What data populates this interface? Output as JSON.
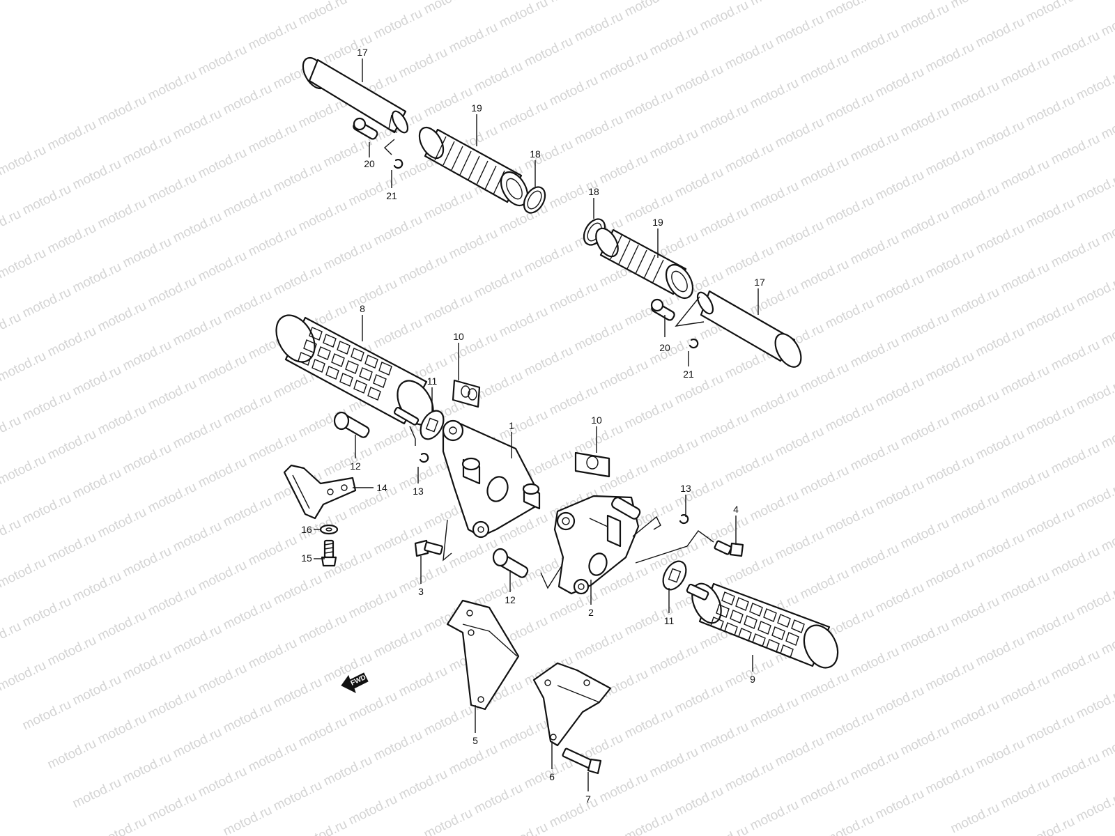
{
  "watermark": "motod.ru",
  "fwd_label": "FWD",
  "callouts": {
    "c1": "1",
    "c2": "2",
    "c3": "3",
    "c4": "4",
    "c5": "5",
    "c6": "6",
    "c7": "7",
    "c8": "8",
    "c9": "9",
    "c10a": "10",
    "c10b": "10",
    "c11a": "11",
    "c11b": "11",
    "c12a": "12",
    "c12b": "12",
    "c13a": "13",
    "c13b": "13",
    "c14": "14",
    "c15": "15",
    "c16": "16",
    "c17a": "17",
    "c17b": "17",
    "c18a": "18",
    "c18b": "18",
    "c19a": "19",
    "c19b": "19",
    "c20a": "20",
    "c20b": "20",
    "c21a": "21",
    "c21b": "21"
  },
  "colors": {
    "line": "#111111",
    "watermark": "#d4d4d4",
    "background": "#ffffff"
  }
}
